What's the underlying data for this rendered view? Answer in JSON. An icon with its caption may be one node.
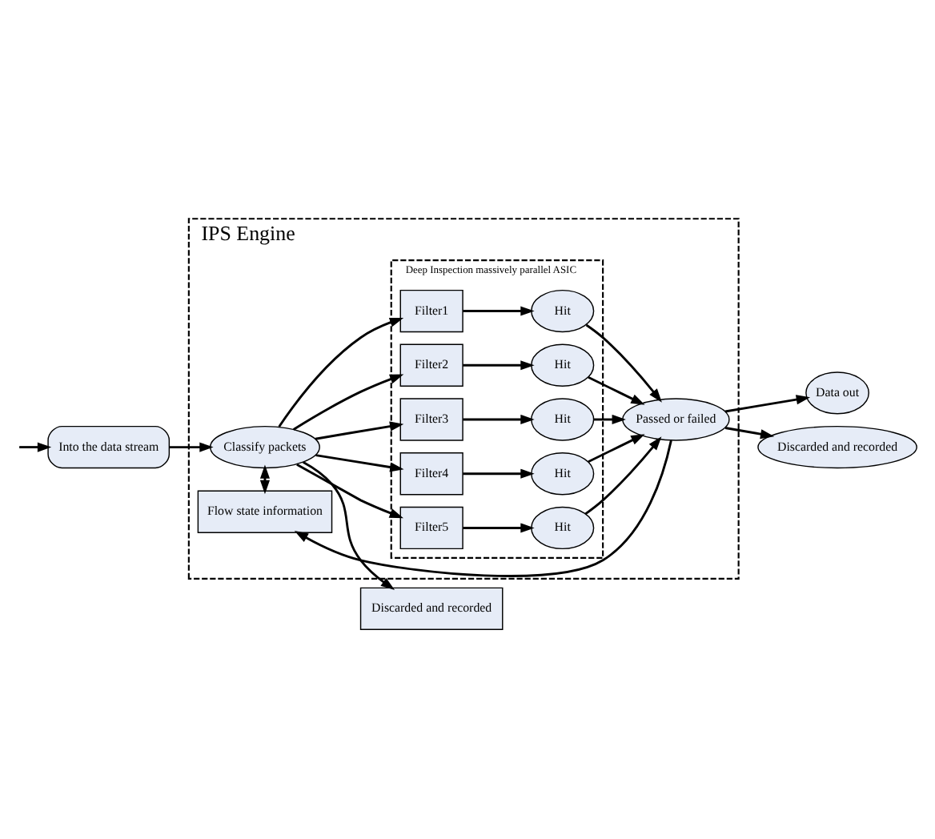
{
  "diagram": {
    "nodes": [
      {
        "text": [
          "IPS Engine"
        ]
      },
      {
        "text": [
          "Deep Inspection massively parallel ASIC"
        ],
        "in": 0
      },
      {
        "text": [
          "Into the data stream"
        ]
      },
      {
        "text": [
          "Classify packets"
        ],
        "in": 0
      },
      {
        "text": [
          "Discarded and recorded"
        ]
      },
      {
        "text": [
          "Flow state information"
        ],
        "in": 0
      },
      {
        "text": [
          "Filter1"
        ],
        "in": 1
      },
      {
        "text": [
          "Filter2"
        ],
        "in": 1
      },
      {
        "text": [
          "Filter3"
        ],
        "in": 1
      },
      {
        "text": [
          "Filter4"
        ],
        "in": 1
      },
      {
        "text": [
          "Filter5"
        ],
        "in": 1
      },
      {
        "text": [
          "Hit"
        ],
        "in": 1
      },
      {
        "text": [
          "Hit"
        ],
        "in": 1
      },
      {
        "text": [
          "Hit"
        ],
        "in": 1
      },
      {
        "text": [
          "Hit"
        ],
        "in": 1
      },
      {
        "text": [
          "Hit"
        ],
        "in": 1
      },
      {
        "text": [
          "Passed or failed"
        ],
        "in": 0
      },
      {
        "text": [
          "Data out"
        ]
      },
      {
        "text": [
          "Discarded and recorded"
        ]
      }
    ],
    "edges": [
      {
        "from": null,
        "to": 2,
        "arrow": "to"
      },
      {
        "from": 2,
        "to": 3,
        "arrow": "to"
      },
      {
        "from": 3,
        "to": 6,
        "arrow": "to"
      },
      {
        "from": 3,
        "to": 7,
        "arrow": "to"
      },
      {
        "from": 3,
        "to": 8,
        "arrow": "to"
      },
      {
        "from": 3,
        "to": 9,
        "arrow": "to"
      },
      {
        "from": 3,
        "to": 10,
        "arrow": "to"
      },
      {
        "from": 6,
        "to": 11,
        "arrow": "to"
      },
      {
        "from": 7,
        "to": 12,
        "arrow": "to"
      },
      {
        "from": 8,
        "to": 13,
        "arrow": "to"
      },
      {
        "from": 9,
        "to": 14,
        "arrow": "to"
      },
      {
        "from": 10,
        "to": 15,
        "arrow": "to"
      },
      {
        "from": 11,
        "to": 16,
        "arrow": "to"
      },
      {
        "from": 12,
        "to": 16,
        "arrow": "to"
      },
      {
        "from": 13,
        "to": 16,
        "arrow": "to"
      },
      {
        "from": 14,
        "to": 16,
        "arrow": "to"
      },
      {
        "from": 15,
        "to": 16,
        "arrow": "to"
      },
      {
        "from": 3,
        "to": 4,
        "arrow": "to"
      },
      {
        "from": 3,
        "to": 5,
        "arrow": "both"
      },
      {
        "from": 16,
        "to": 17,
        "arrow": "to"
      },
      {
        "from": 16,
        "to": 18,
        "arrow": "to"
      },
      {
        "from": 16,
        "to": 5,
        "arrow": "to"
      }
    ]
  }
}
